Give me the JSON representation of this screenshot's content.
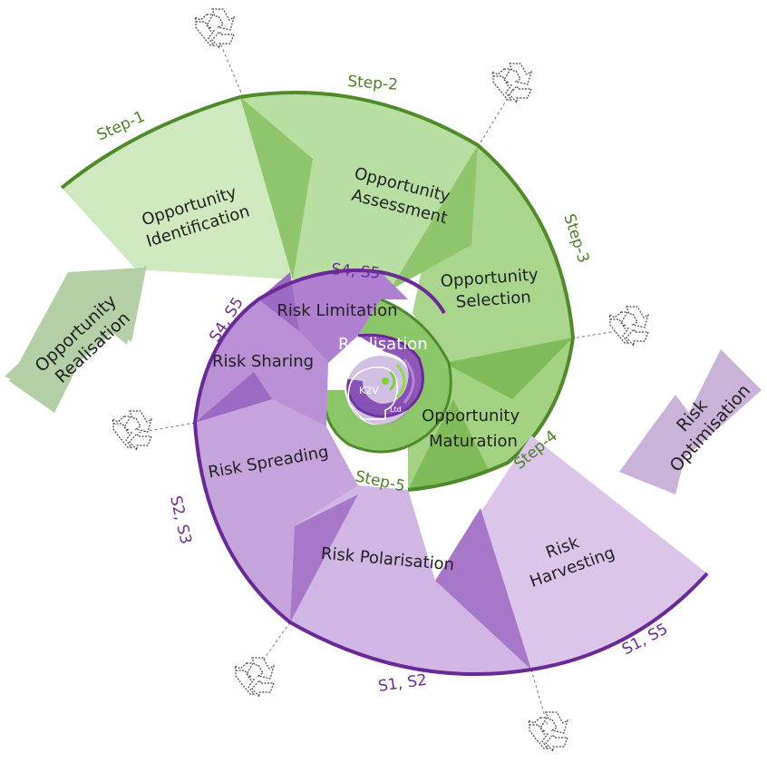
{
  "colors": {
    "green_light": "#cfe8bd",
    "green_mid": "#a9d58c",
    "green_dark": "#5d9b35",
    "green_stroke": "#4f8a2b",
    "purple_light": "#ddc8ea",
    "purple_mid": "#bb95d6",
    "purple_dark": "#9b67c4",
    "purple_stroke": "#6a2a96"
  },
  "green_segments": [
    {
      "id": "identification",
      "lines": [
        "Opportunity",
        "Identification"
      ]
    },
    {
      "id": "assessment",
      "lines": [
        "Opportunity",
        "Assessment"
      ]
    },
    {
      "id": "selection",
      "lines": [
        "Opportunity",
        "Selection"
      ]
    },
    {
      "id": "maturation",
      "lines": [
        "Opportunity",
        "Maturation"
      ]
    }
  ],
  "purple_segments": [
    {
      "id": "harvesting",
      "lines": [
        "Risk",
        "Harvesting"
      ]
    },
    {
      "id": "polarisation",
      "lines": [
        "Risk Polarisation"
      ]
    },
    {
      "id": "spreading",
      "lines": [
        "Risk Spreading"
      ]
    },
    {
      "id": "sharing",
      "lines": [
        "Risk Sharing"
      ]
    },
    {
      "id": "limitation",
      "lines": [
        "Risk Limitation"
      ]
    }
  ],
  "step_labels": [
    {
      "id": "step1",
      "text": "Step-1",
      "tone": "green"
    },
    {
      "id": "step2",
      "text": "Step-2",
      "tone": "green"
    },
    {
      "id": "step3",
      "text": "Step-3",
      "tone": "green"
    },
    {
      "id": "step4",
      "text": "Step-4",
      "tone": "green"
    },
    {
      "id": "step5",
      "text": "Step-5",
      "tone": "green"
    },
    {
      "id": "s4s5_top",
      "text": "S4, S5",
      "tone": "purple"
    },
    {
      "id": "s4s5_left",
      "text": "S4, S5",
      "tone": "purple"
    },
    {
      "id": "s2s3",
      "text": "S2, S3",
      "tone": "purple"
    },
    {
      "id": "s1s2",
      "text": "S1, S2",
      "tone": "purple"
    },
    {
      "id": "s1s5",
      "text": "S1, S5",
      "tone": "purple"
    }
  ],
  "center": {
    "title": "Realisation",
    "logo_main": "K2V",
    "logo_sub": "Ltd."
  },
  "arrows": {
    "left": {
      "lines": [
        "Opportunity",
        "Realisation"
      ],
      "color": "#a9c79a"
    },
    "right": {
      "lines": [
        "Risk",
        "Optimisation"
      ],
      "color": "#c9b3d8"
    }
  },
  "recycle_icon_count": 6
}
